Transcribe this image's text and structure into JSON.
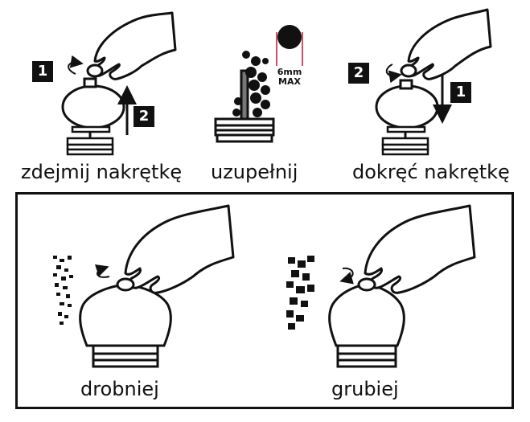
{
  "top": {
    "steps": [
      {
        "caption": "zdejmij nakrętkę",
        "badges": [
          "1",
          "2"
        ]
      },
      {
        "caption": "uzupełnij",
        "size_label": "6mm",
        "max_label": "MAX"
      },
      {
        "caption": "dokręć nakrętkę",
        "badges": [
          "2",
          "1"
        ]
      }
    ]
  },
  "bottom": {
    "left_caption": "drobniej",
    "right_caption": "grubiej"
  },
  "colors": {
    "ink": "#111111",
    "accent": "#c0143c"
  }
}
